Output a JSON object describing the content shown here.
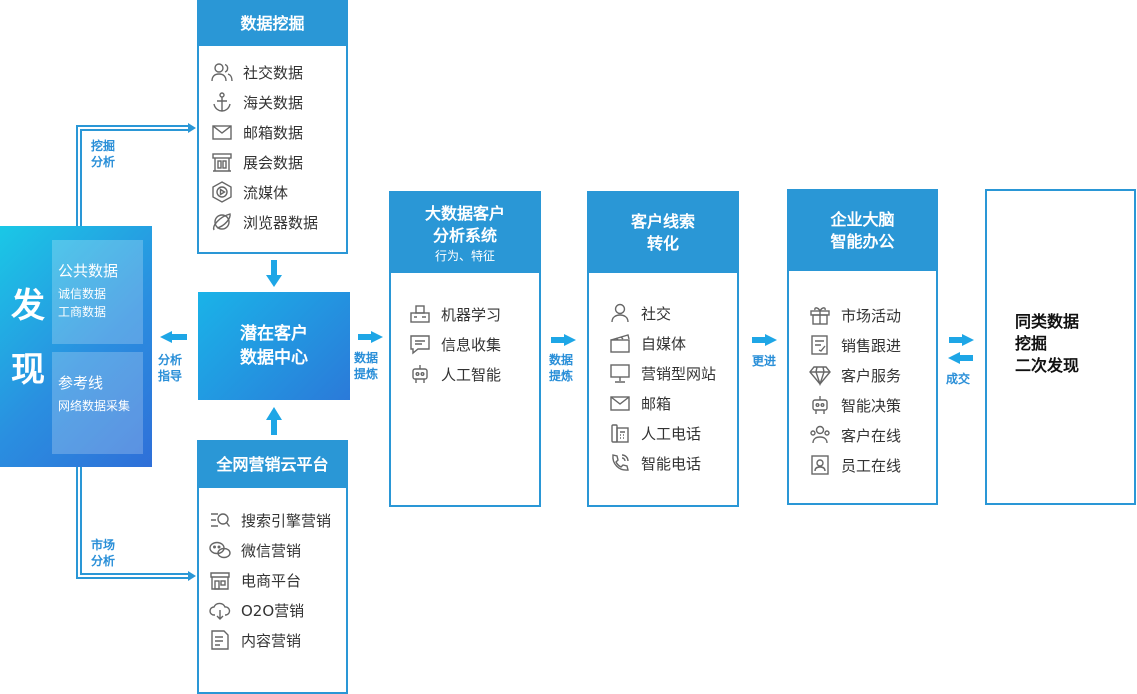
{
  "discover": {
    "big_text": [
      "发",
      "现"
    ],
    "public": {
      "title": "公共数据",
      "lines": [
        "诚信数据",
        "工商数据"
      ]
    },
    "reference": {
      "title": "参考线",
      "lines": [
        "网络数据采集"
      ]
    }
  },
  "mining": {
    "title": "数据挖掘",
    "items": [
      {
        "label": "社交数据",
        "icon": "people-icon"
      },
      {
        "label": "海关数据",
        "icon": "anchor-icon"
      },
      {
        "label": "邮箱数据",
        "icon": "mail-icon"
      },
      {
        "label": "展会数据",
        "icon": "booth-icon"
      },
      {
        "label": "流媒体",
        "icon": "video-icon"
      },
      {
        "label": "浏览器数据",
        "icon": "browser-icon"
      }
    ]
  },
  "hub": {
    "lines": [
      "潜在客户",
      "数据中心"
    ]
  },
  "marketing": {
    "title": "全网营销云平台",
    "items": [
      {
        "label": "搜索引擎营销",
        "icon": "search-icon"
      },
      {
        "label": "微信营销",
        "icon": "wechat-icon"
      },
      {
        "label": "电商平台",
        "icon": "shop-icon"
      },
      {
        "label": "O2O营销",
        "icon": "cloud-icon"
      },
      {
        "label": "内容营销",
        "icon": "document-icon"
      }
    ]
  },
  "bigdata": {
    "title_lines": [
      "大数据客户",
      "分析系统"
    ],
    "subtitle": "行为、特征",
    "items": [
      {
        "label": "机器学习",
        "icon": "machine-icon"
      },
      {
        "label": "信息收集",
        "icon": "message-icon"
      },
      {
        "label": "人工智能",
        "icon": "robot-icon"
      }
    ]
  },
  "leads": {
    "title_lines": [
      "客户线索",
      "转化"
    ],
    "items": [
      {
        "label": "社交",
        "icon": "person-icon"
      },
      {
        "label": "自媒体",
        "icon": "clapper-icon"
      },
      {
        "label": "营销型网站",
        "icon": "monitor-icon"
      },
      {
        "label": "邮箱",
        "icon": "mail-icon"
      },
      {
        "label": "人工电话",
        "icon": "phone-desk-icon"
      },
      {
        "label": "智能电话",
        "icon": "phone-icon"
      }
    ]
  },
  "brain": {
    "title_lines": [
      "企业大脑",
      "智能办公"
    ],
    "items": [
      {
        "label": "市场活动",
        "icon": "gift-icon"
      },
      {
        "label": "销售跟进",
        "icon": "notes-icon"
      },
      {
        "label": "客户服务",
        "icon": "diamond-icon"
      },
      {
        "label": "智能决策",
        "icon": "robot-icon"
      },
      {
        "label": "客户在线",
        "icon": "group-icon"
      },
      {
        "label": "员工在线",
        "icon": "badge-icon"
      }
    ]
  },
  "final": {
    "lines": [
      "同类数据",
      "挖掘",
      "二次发现"
    ]
  },
  "connectors": {
    "mine_analyze": [
      "挖掘",
      "分析"
    ],
    "market_analyze": [
      "市场",
      "分析"
    ],
    "guide": [
      "分析",
      "指导"
    ],
    "refine1": [
      "数据",
      "提炼"
    ],
    "refine2": [
      "数据",
      "提炼"
    ],
    "advance": "更进",
    "deal": "成交"
  },
  "colors": {
    "accent": "#2a97d6",
    "arrow": "#1ea6e6"
  }
}
